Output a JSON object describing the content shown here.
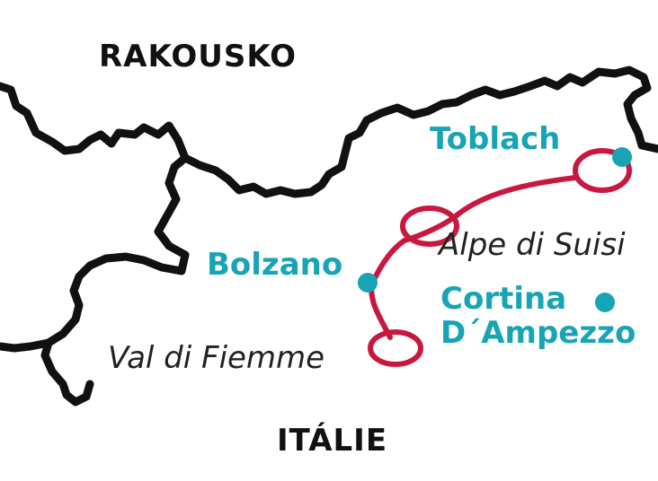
{
  "labels": {
    "country_north": "RAKOUSKO",
    "country_south": "ITÁLIE",
    "city_toblach": "Toblach",
    "city_bolzano": "Bolzano",
    "city_cortina_line1": "Cortina",
    "city_cortina_line2": "D´Ampezzo",
    "stop_alpe_di_suisi": "Alpe di Suisi",
    "stop_val_di_fiemme": "Val di Fiemme"
  },
  "colors": {
    "border": "#111111",
    "route": "#c8183f",
    "city": "#18a4b4",
    "stop_text": "#222222",
    "country_text": "#111111"
  },
  "icons": {
    "city_marker": "teal-dot",
    "route_loop": "red-loop"
  }
}
